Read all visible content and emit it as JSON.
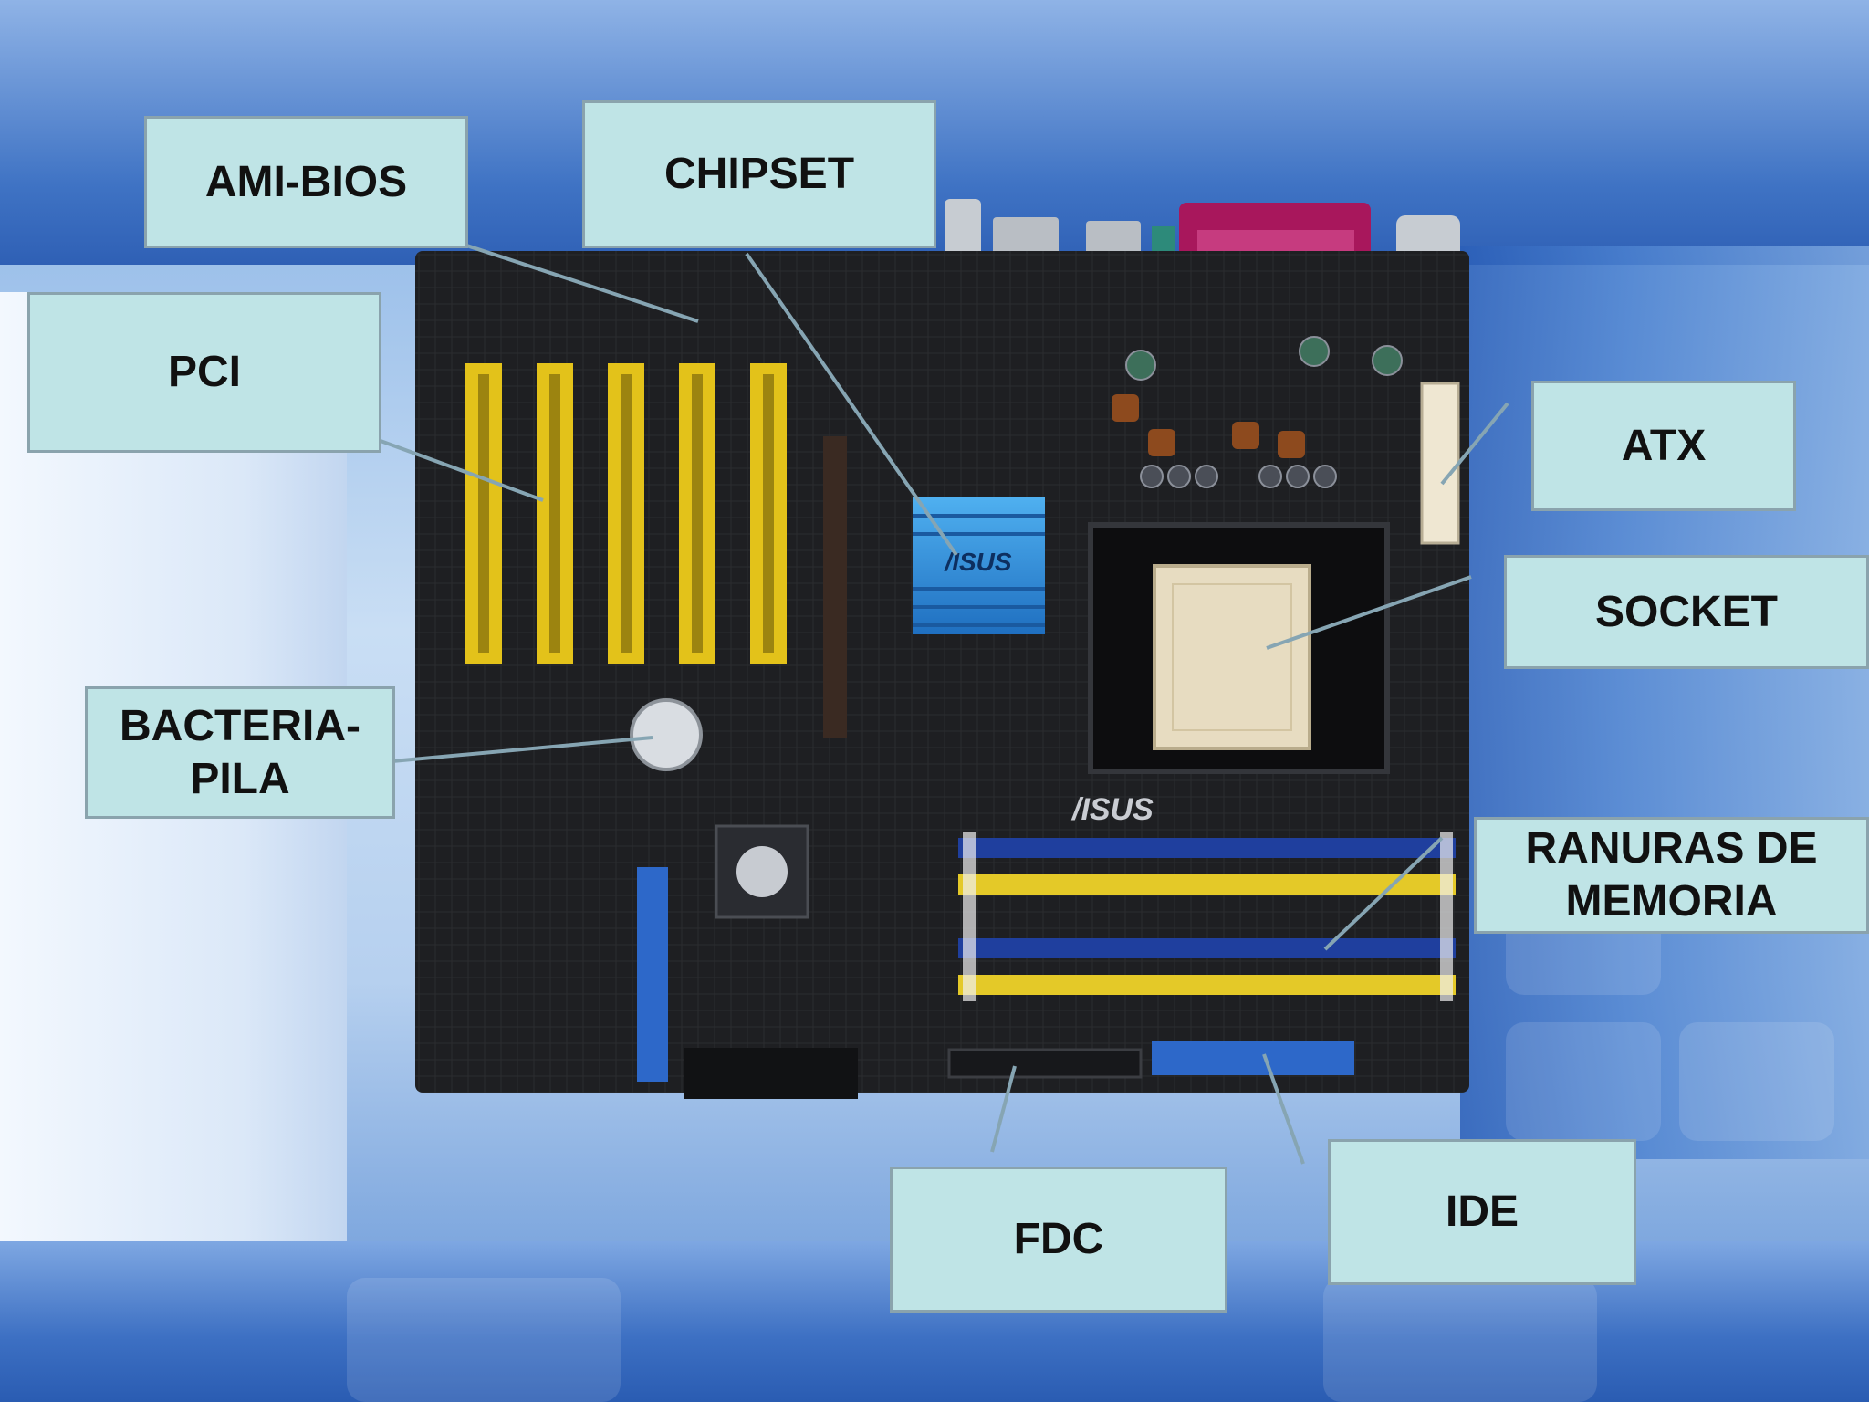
{
  "labels": {
    "ami_bios": "AMI-BIOS",
    "chipset": "CHIPSET",
    "pci": "PCI",
    "atx": "ATX",
    "socket": "SOCKET",
    "battery": "BACTERIA-\nPILA",
    "memory": "RANURAS DE\nMEMORIA",
    "fdc": "FDC",
    "ide": "IDE"
  },
  "board_marks": {
    "brand_heatsink": "/ISUS",
    "brand_board": "/ISUS"
  },
  "colors": {
    "label_fill": "#bfe4e6",
    "label_border": "#8aa3ad",
    "board": "#1e1f22",
    "pci_slot": "#e3c21a",
    "dimm_blue": "#1f3f9e",
    "dimm_yellow": "#e4c928",
    "ide_blue": "#2d68c9",
    "heatsink": "#2f8fd8",
    "leader": "#86a5b3"
  }
}
